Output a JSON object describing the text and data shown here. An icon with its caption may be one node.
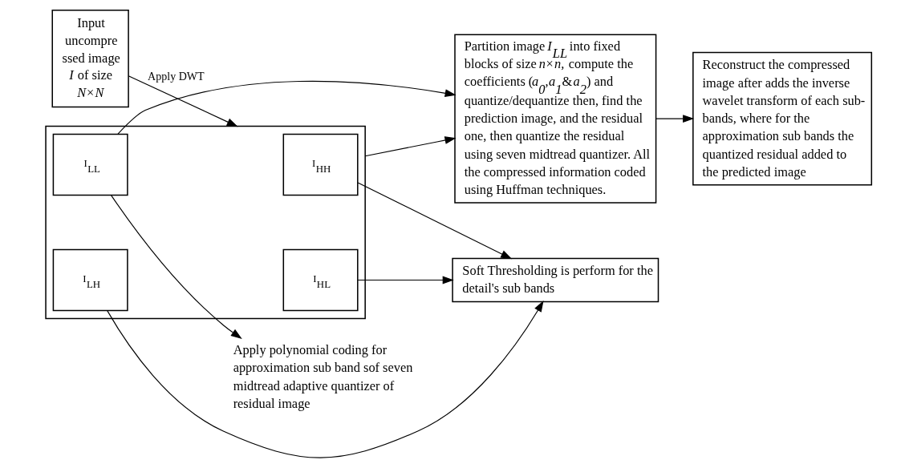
{
  "diagram": {
    "nodes": [
      {
        "text": [
          "Input uncompre ssed image *I* of size *N*×*N*"
        ]
      },
      {
        "text": [],
        "shape": "box"
      },
      {
        "text": [
          "I$_{LL}$"
        ],
        "in": 1
      },
      {
        "text": [
          "I$_{HL}$"
        ],
        "in": 1
      },
      {
        "text": [
          "I$_{LH}$"
        ],
        "in": 1
      },
      {
        "text": [
          "I$_{HH}$"
        ],
        "in": 1
      },
      {
        "text": [
          "Apply polynomial coding for approximation sub band sof seven midtread adaptive quantizer of residual image"
        ]
      },
      {
        "text": [
          "Partition image *I$_{LL}$* into fixed blocks of size *n*×*n,* compute the coefficients (*a$_{0}$*,*a$_{1}$*&*a$_{2}$*) and quantize/dequantize then, find the prediction image, and the residual one, then quantize the residual using seven midtread quantizer. All the compressed information coded using Huffman techniques."
        ]
      },
      {
        "text": [
          "Reconstruct the compressed image after adds the inverse wavelet transform of each sub- bands, where for the approximation sub bands the quantized residual added to the predicted image"
        ]
      },
      {
        "text": [
          "Soft Thresholding is perform for the detail's sub bands"
        ]
      }
    ],
    "edges": [
      {
        "from": 0,
        "to": 1,
        "arrow": "to",
        "label": "Apply DWT"
      },
      {
        "from": 2,
        "to": 6,
        "arrow": "to"
      },
      {
        "from": 2,
        "to": 7,
        "arrow": "to"
      },
      {
        "from": 1,
        "to": 7,
        "arrow": "to"
      },
      {
        "from": 7,
        "to": 8,
        "arrow": "to"
      },
      {
        "from": 3,
        "to": 9,
        "arrow": "to"
      },
      {
        "from": 4,
        "to": 9,
        "arrow": "to"
      },
      {
        "from": 5,
        "to": 9,
        "arrow": "to"
      }
    ]
  }
}
